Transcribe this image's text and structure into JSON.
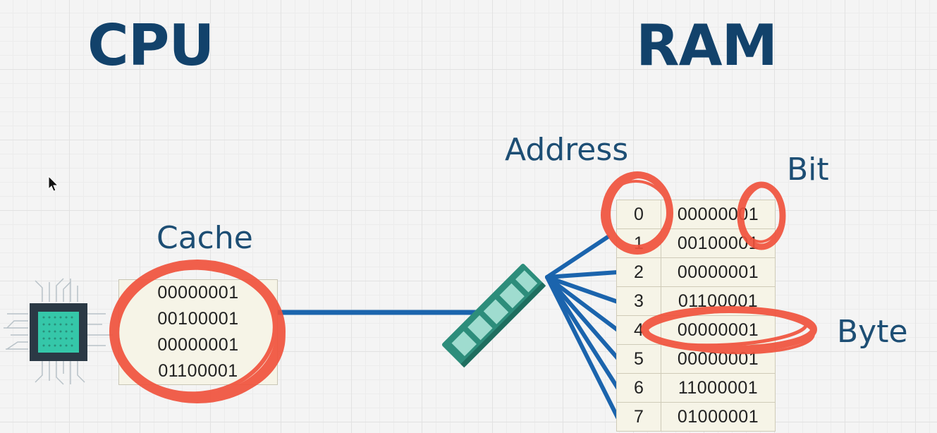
{
  "titles": {
    "cpu": "CPU",
    "ram": "RAM"
  },
  "labels": {
    "cache": "Cache",
    "address": "Address",
    "bit": "Bit",
    "byte": "Byte"
  },
  "cache_rows": [
    "00000001",
    "00100001",
    "00000001",
    "01100001"
  ],
  "ram_rows": [
    {
      "address": "0",
      "value": "00000001"
    },
    {
      "address": "1",
      "value": "00100001"
    },
    {
      "address": "2",
      "value": "00000001"
    },
    {
      "address": "3",
      "value": "01100001"
    },
    {
      "address": "4",
      "value": "00000001"
    },
    {
      "address": "5",
      "value": "00000001"
    },
    {
      "address": "6",
      "value": "11000001"
    },
    {
      "address": "7",
      "value": "01000001"
    }
  ],
  "colors": {
    "title": "#12426b",
    "wire": "#1b64ad",
    "highlight": "#f0523d",
    "chip_body": "#2b3945",
    "chip_core": "#35c7a9",
    "ram_stick": "#2d8d7b"
  },
  "icons": [
    "cpu-chip-icon",
    "ram-stick-icon",
    "mouse-cursor-icon"
  ]
}
